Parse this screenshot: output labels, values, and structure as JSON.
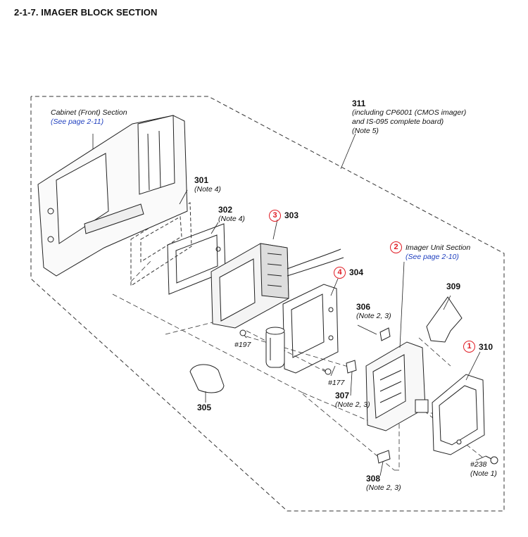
{
  "section_title": "2-1-7. IMAGER BLOCK SECTION",
  "callouts": {
    "cabinet": {
      "title": "Cabinet (Front) Section",
      "link": "(See page 2-11)"
    },
    "p301": {
      "number": "301",
      "note": "(Note 4)"
    },
    "p302": {
      "number": "302",
      "note": "(Note 4)"
    },
    "p303": {
      "number": "303",
      "badge": "3"
    },
    "p304": {
      "number": "304",
      "badge": "4"
    },
    "p305": {
      "number": "305"
    },
    "p306": {
      "number": "306",
      "note": "(Note 2, 3)"
    },
    "p307": {
      "number": "307",
      "note": "(Note 2, 3)"
    },
    "p308": {
      "number": "308",
      "note": "(Note 2, 3)"
    },
    "p309": {
      "number": "309"
    },
    "p310": {
      "number": "310",
      "badge": "1"
    },
    "p311": {
      "number": "311",
      "line1": "(including CP6001 (CMOS imager)",
      "line2": "and IS-095 complete board)",
      "note": "(Note 5)"
    },
    "imager_unit": {
      "badge": "2",
      "title": "Imager Unit Section",
      "link": "(See page 2-10)"
    },
    "screw197": {
      "label": "#197"
    },
    "screw177": {
      "label": "#177"
    },
    "screw238": {
      "label": "#238",
      "note": "(Note 1)"
    }
  },
  "colors": {
    "badge": "#e01c24",
    "link": "#1f3fbf",
    "line": "#333333"
  }
}
